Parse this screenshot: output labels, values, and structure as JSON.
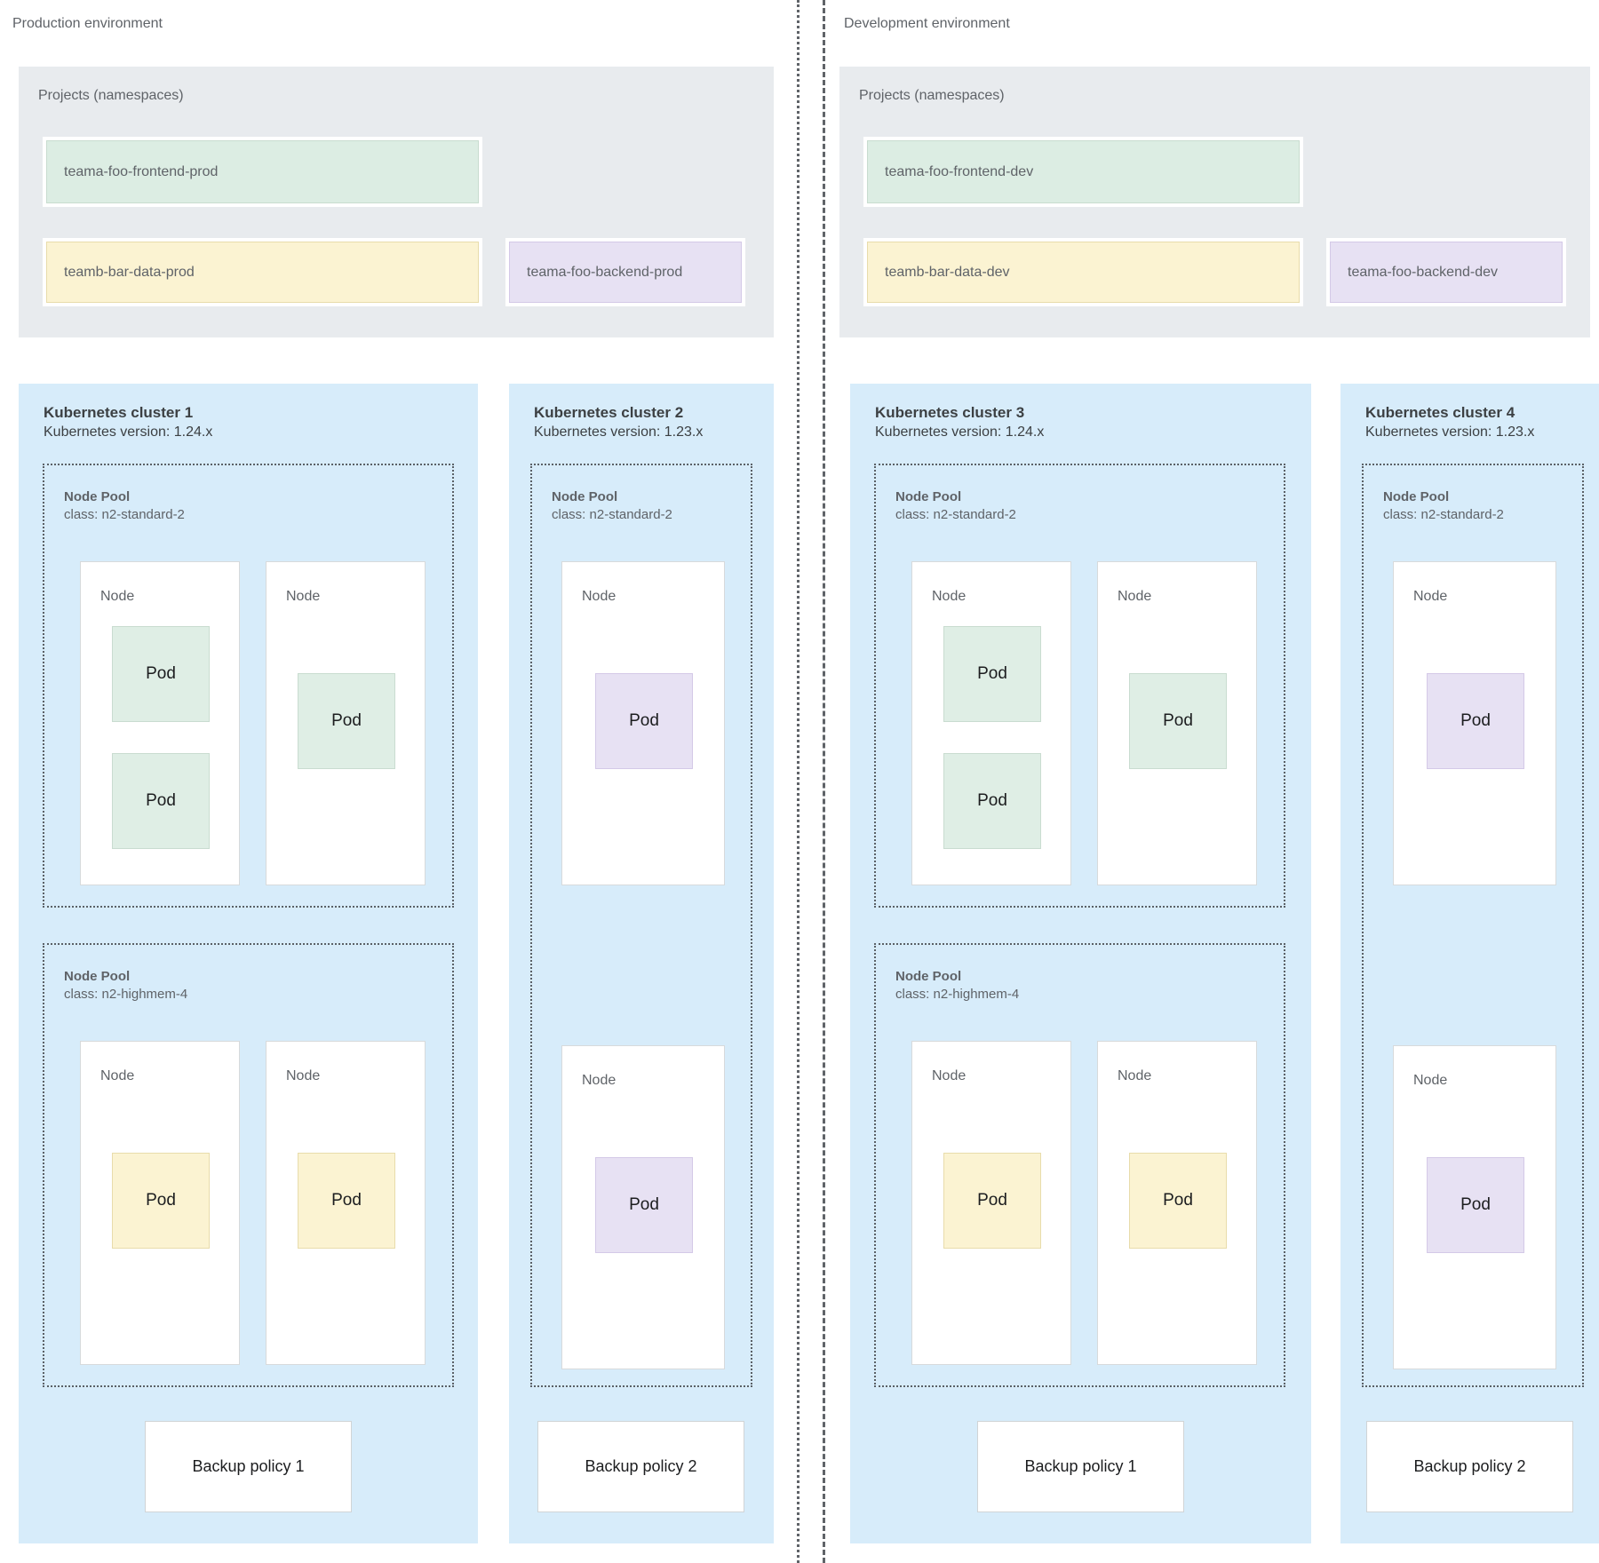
{
  "labels": {
    "node": "Node",
    "pod": "Pod"
  },
  "colors": {
    "cluster_background": "#d7ecfa",
    "projects_background": "#e8ebee",
    "namespace_green": "#dcede3",
    "namespace_yellow": "#fbf3d2",
    "namespace_purple": "#e7e1f3",
    "text_muted": "#5f6368",
    "text_dark": "#3c4043"
  },
  "environments": [
    {
      "name": "Production environment",
      "projects": {
        "label": "Projects (namespaces)",
        "namespaces": [
          {
            "label": "teama-foo-frontend-prod",
            "color": "green"
          },
          {
            "label": "teamb-bar-data-prod",
            "color": "yellow"
          },
          {
            "label": "teama-foo-backend-prod",
            "color": "purple"
          }
        ]
      },
      "clusters": [
        {
          "title": "Kubernetes cluster 1",
          "version": "Kubernetes version: 1.24.x",
          "backup_policy": "Backup policy 1",
          "node_pools": [
            {
              "name": "Node Pool",
              "machine_class": "class: n2-standard-2",
              "nodes": [
                {
                  "label": "Node",
                  "pods": [
                    {
                      "label": "Pod",
                      "color": "green"
                    },
                    {
                      "label": "Pod",
                      "color": "green"
                    }
                  ]
                },
                {
                  "label": "Node",
                  "pods": [
                    {
                      "label": "Pod",
                      "color": "green"
                    }
                  ]
                }
              ]
            },
            {
              "name": "Node Pool",
              "machine_class": "class: n2-highmem-4",
              "nodes": [
                {
                  "label": "Node",
                  "pods": [
                    {
                      "label": "Pod",
                      "color": "yellow"
                    }
                  ]
                },
                {
                  "label": "Node",
                  "pods": [
                    {
                      "label": "Pod",
                      "color": "yellow"
                    }
                  ]
                }
              ]
            }
          ]
        },
        {
          "title": "Kubernetes cluster 2",
          "version": "Kubernetes version: 1.23.x",
          "backup_policy": "Backup policy 2",
          "node_pools": [
            {
              "name": "Node Pool",
              "machine_class": "class: n2-standard-2",
              "nodes": [
                {
                  "label": "Node",
                  "pods": [
                    {
                      "label": "Pod",
                      "color": "purple"
                    }
                  ]
                },
                {
                  "label": "Node",
                  "pods": [
                    {
                      "label": "Pod",
                      "color": "purple"
                    }
                  ]
                }
              ]
            }
          ]
        }
      ]
    },
    {
      "name": "Development environment",
      "projects": {
        "label": "Projects (namespaces)",
        "namespaces": [
          {
            "label": "teama-foo-frontend-dev",
            "color": "green"
          },
          {
            "label": "teamb-bar-data-dev",
            "color": "yellow"
          },
          {
            "label": "teama-foo-backend-dev",
            "color": "purple"
          }
        ]
      },
      "clusters": [
        {
          "title": "Kubernetes cluster 3",
          "version": "Kubernetes version: 1.24.x",
          "backup_policy": "Backup policy 1",
          "node_pools": [
            {
              "name": "Node Pool",
              "machine_class": "class: n2-standard-2",
              "nodes": [
                {
                  "label": "Node",
                  "pods": [
                    {
                      "label": "Pod",
                      "color": "green"
                    },
                    {
                      "label": "Pod",
                      "color": "green"
                    }
                  ]
                },
                {
                  "label": "Node",
                  "pods": [
                    {
                      "label": "Pod",
                      "color": "green"
                    }
                  ]
                }
              ]
            },
            {
              "name": "Node Pool",
              "machine_class": "class: n2-highmem-4",
              "nodes": [
                {
                  "label": "Node",
                  "pods": [
                    {
                      "label": "Pod",
                      "color": "yellow"
                    }
                  ]
                },
                {
                  "label": "Node",
                  "pods": [
                    {
                      "label": "Pod",
                      "color": "yellow"
                    }
                  ]
                }
              ]
            }
          ]
        },
        {
          "title": "Kubernetes cluster 4",
          "version": "Kubernetes version: 1.23.x",
          "backup_policy": "Backup policy 2",
          "node_pools": [
            {
              "name": "Node Pool",
              "machine_class": "class: n2-standard-2",
              "nodes": [
                {
                  "label": "Node",
                  "pods": [
                    {
                      "label": "Pod",
                      "color": "purple"
                    }
                  ]
                },
                {
                  "label": "Node",
                  "pods": [
                    {
                      "label": "Pod",
                      "color": "purple"
                    }
                  ]
                }
              ]
            }
          ]
        }
      ]
    }
  ]
}
